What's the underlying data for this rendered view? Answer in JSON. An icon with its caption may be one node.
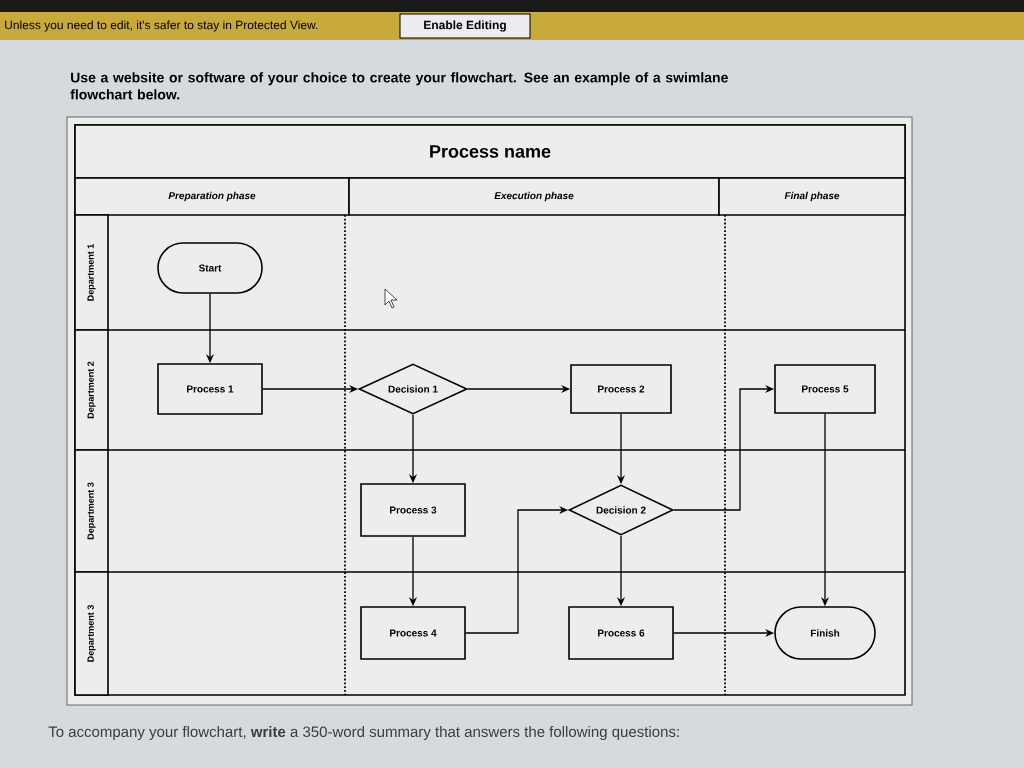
{
  "diagram": {
    "nodes": [
      {
        "text": [
          "Enable Editing"
        ]
      },
      {
        "text": [
          "Process name"
        ]
      },
      {
        "text": [
          "Preparation phase"
        ]
      },
      {
        "text": [
          "Execution phase"
        ]
      },
      {
        "text": [
          "Final phase"
        ]
      },
      {
        "text": [
          "Department 1"
        ]
      },
      {
        "text": [
          "Department 2"
        ]
      },
      {
        "text": [
          "Department 3"
        ]
      },
      {
        "text": [
          "Department 3"
        ]
      },
      {
        "text": [
          "Start"
        ]
      },
      {
        "text": [
          "Process 1"
        ]
      },
      {
        "text": [
          "Decision 1"
        ]
      },
      {
        "text": [
          "Process 2"
        ]
      },
      {
        "text": [
          "Process 5"
        ]
      },
      {
        "text": [
          "Process 3"
        ]
      },
      {
        "text": [
          "Decision 2"
        ]
      },
      {
        "text": [
          "Process 4"
        ]
      },
      {
        "text": [
          "Process 6"
        ]
      },
      {
        "text": [
          "Finish"
        ]
      }
    ],
    "edges": [
      {
        "from": 9,
        "to": 10,
        "arrow": "to"
      },
      {
        "from": 10,
        "to": 11,
        "arrow": "to"
      },
      {
        "from": 11,
        "to": 12,
        "arrow": "to"
      },
      {
        "from": 11,
        "to": 14,
        "arrow": "to"
      },
      {
        "from": 12,
        "to": 15,
        "arrow": "to"
      },
      {
        "from": 14,
        "to": 16,
        "arrow": "to"
      },
      {
        "from": 16,
        "to": 15,
        "arrow": "to"
      },
      {
        "from": 15,
        "to": 13,
        "arrow": "to"
      },
      {
        "from": 15,
        "to": 17,
        "arrow": "to"
      },
      {
        "from": 13,
        "to": 18,
        "arrow": "to"
      },
      {
        "from": 17,
        "to": 18,
        "arrow": "to"
      }
    ],
    "labels": [
      "Unless you need to edit, it's safer to stay in Protected View.",
      "Use a website or software of your choice to create your flowchart. See an example of a swimlane flowchart below.",
      "To accompany your flowchart, **write** a 350-word summary that answers the following questions:"
    ]
  }
}
